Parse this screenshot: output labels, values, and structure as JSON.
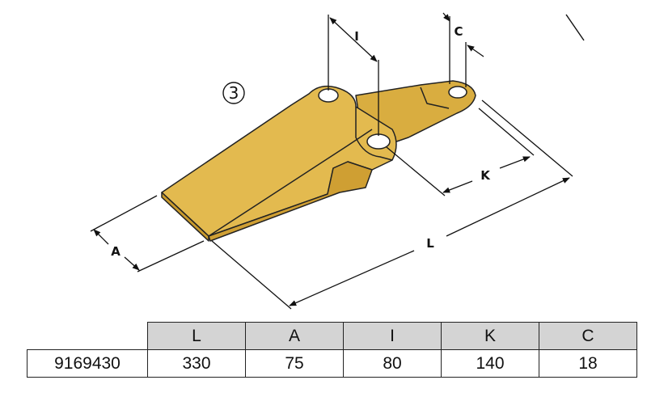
{
  "callout": "3",
  "dimension_labels": {
    "L": "L",
    "A": "A",
    "I": "I",
    "K": "K",
    "C": "C"
  },
  "colors": {
    "part_fill": "#e3ba4f",
    "part_shade": "#c99a2c",
    "part_light": "#efcc6a",
    "outline": "#222222",
    "table_header_bg": "#d4d4d4"
  },
  "table": {
    "headers": [
      "L",
      "A",
      "I",
      "K",
      "C"
    ],
    "rows": [
      {
        "part_number": "9169430",
        "values": [
          "330",
          "75",
          "80",
          "140",
          "18"
        ]
      }
    ]
  }
}
